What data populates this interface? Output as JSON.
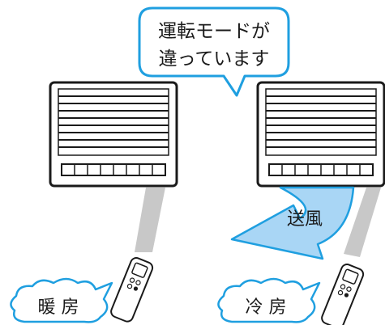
{
  "speech_bubble": {
    "line1": "運転モードが",
    "line2": "違っています"
  },
  "arrow_label": "送風",
  "left_mode_label": "暖 房",
  "right_mode_label": "冷 房",
  "colors": {
    "bubble_border": "#1f9fe0",
    "arrow_fill": "#a9d6f5",
    "arrow_stroke": "#1f9fe0",
    "beam": "#c8c8c8",
    "outline": "#1a1a1a"
  }
}
